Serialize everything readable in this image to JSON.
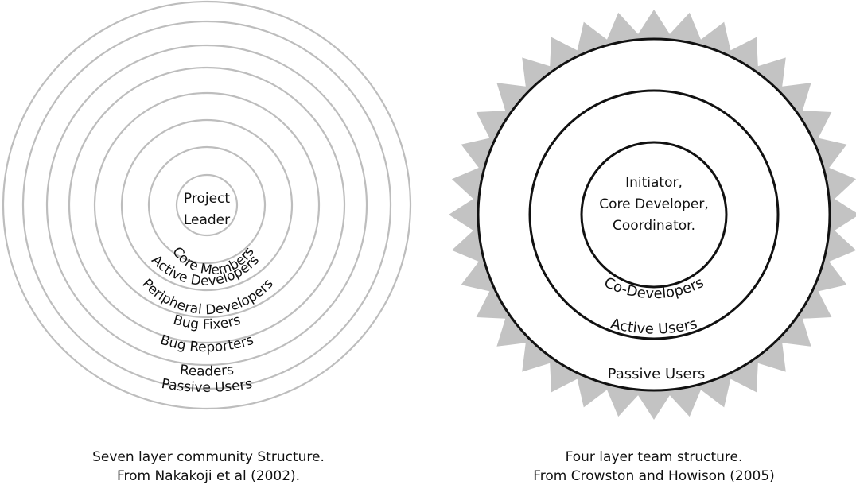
{
  "left_diagram": {
    "layers": [
      "Project Leader",
      "Core Members",
      "Active Developers",
      "Peripheral Developers",
      "Bug Fixers",
      "Bug Reporters",
      "Readers",
      "Passive Users"
    ],
    "center_lines": [
      "Project",
      "Leader"
    ],
    "caption_lines": [
      "Seven layer community Structure.",
      "From Nakakoji et al (2002)."
    ]
  },
  "right_diagram": {
    "layers": [
      "Initiator, Core Developer, Coordinator.",
      "Co-Developers",
      "Active Users",
      "Passive Users"
    ],
    "center_lines": [
      "Initiator,",
      "Core Developer,",
      "Coordinator."
    ],
    "co_developers": "Co-Developers",
    "active_users": "Active Users",
    "passive_users": "Passive Users",
    "caption_lines": [
      "Four layer team structure.",
      "From Crowston and Howison (2005)"
    ]
  },
  "colors": {
    "left_rings": "#bdbdbd",
    "right_rings": "#111111",
    "burst": "#c3c3c3",
    "text": "#111111"
  }
}
